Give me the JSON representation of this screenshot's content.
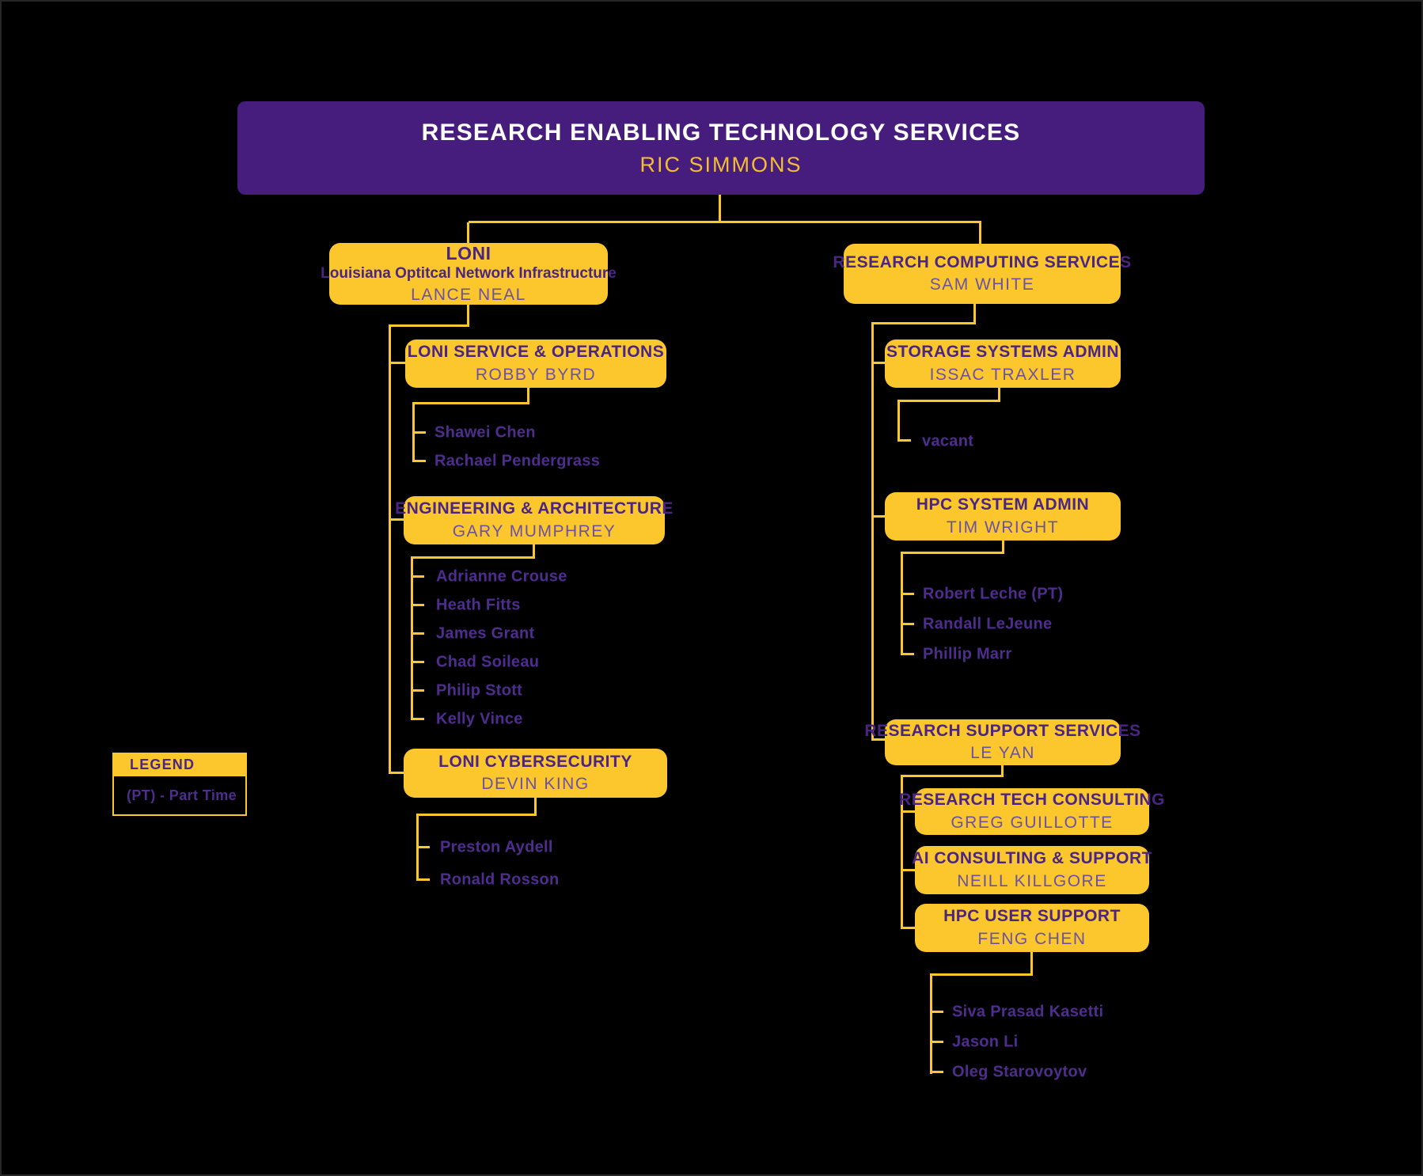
{
  "colors": {
    "box_yellow": "#FCC72D",
    "root_purple": "#461D7C",
    "title_purple": "#4A2583",
    "manager_purple": "#6B51A3",
    "staff_purple": "#4F2D8E",
    "gold_text": "#F5BD33",
    "background": "#000000"
  },
  "root": {
    "title": "RESEARCH ENABLING TECHNOLOGY SERVICES",
    "manager": "RIC SIMMONS"
  },
  "legend": {
    "title": "LEGEND",
    "note": "(PT) - Part Time"
  },
  "boxes": {
    "loni": {
      "acronym": "LONI",
      "full_name": "Louisiana Optitcal Network Infrastructure",
      "manager": "LANCE NEAL"
    },
    "loni_service_ops": {
      "title": "LONI SERVICE & OPERATIONS",
      "manager": "ROBBY BYRD"
    },
    "engineering_architecture": {
      "title": "ENGINEERING & ARCHITECTURE",
      "manager": "GARY MUMPHREY"
    },
    "loni_cybersecurity": {
      "title": "LONI CYBERSECURITY",
      "manager": "DEVIN KING"
    },
    "research_computing": {
      "title": "RESEARCH COMPUTING SERVICES",
      "manager": "SAM WHITE"
    },
    "storage_systems": {
      "title": "STORAGE SYSTEMS ADMIN",
      "manager": "ISSAC TRAXLER"
    },
    "hpc_system_admin": {
      "title": "HPC SYSTEM ADMIN",
      "manager": "TIM WRIGHT"
    },
    "research_support": {
      "title": "RESEARCH SUPPORT SERVICES",
      "manager": "LE YAN"
    },
    "research_tech_consulting": {
      "title": "RESEARCH TECH CONSULTING",
      "manager": "GREG GUILLOTTE"
    },
    "ai_consulting": {
      "title": "AI CONSULTING & SUPPORT",
      "manager": "NEILL KILLGORE"
    },
    "hpc_user_support": {
      "title": "HPC USER SUPPORT",
      "manager": "FENG CHEN"
    }
  },
  "staff": {
    "loni_service_ops": [
      "Shawei Chen",
      "Rachael Pendergrass"
    ],
    "engineering_architecture": [
      "Adrianne Crouse",
      "Heath Fitts",
      "James Grant",
      "Chad Soileau",
      "Philip Stott",
      "Kelly Vince"
    ],
    "loni_cybersecurity": [
      "Preston Aydell",
      "Ronald Rosson"
    ],
    "storage_systems": [
      "vacant"
    ],
    "hpc_system_admin": [
      "Robert Leche (PT)",
      "Randall LeJeune",
      "Phillip Marr"
    ],
    "hpc_user_support": [
      "Siva Prasad Kasetti",
      "Jason Li",
      "Oleg Starovoytov"
    ]
  }
}
